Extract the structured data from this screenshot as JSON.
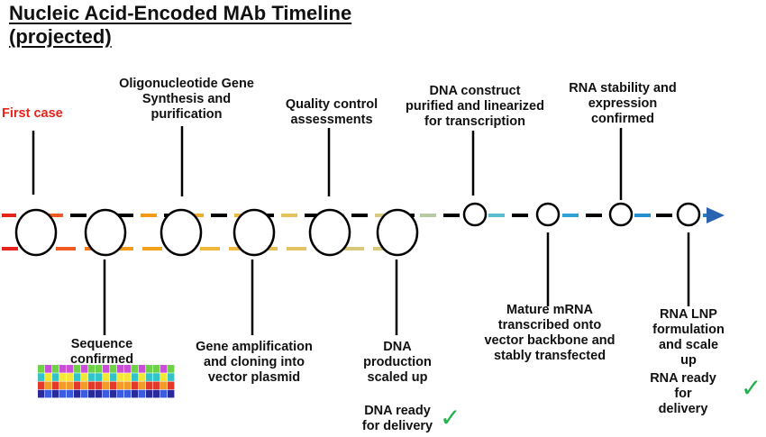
{
  "title": {
    "line1": "Nucleic Acid-Encoded MAb Timeline",
    "line2": "(projected)"
  },
  "milestones": {
    "first_case": "First case",
    "oligo_synthesis": "Oligonucleotide Gene\nSynthesis and\npurification",
    "sequence_confirmed": "Sequence\nconfirmed",
    "gene_amplification": "Gene amplification\nand cloning into\nvector plasmid",
    "quality_control": "Quality control\nassessments",
    "dna_production": "DNA\nproduction\nscaled up",
    "dna_ready": "DNA ready\nfor delivery",
    "dna_construct": "DNA construct\npurified and linearized\nfor transcription",
    "mature_mrna": "Mature mRNA\ntranscribed onto\nvector backbone and\nstably transfected",
    "rna_stability": "RNA stability and\nexpression\nconfirmed",
    "rna_lnp": "RNA LNP\nformulation\nand scale up",
    "rna_ready": "RNA ready for\ndelivery"
  },
  "check_symbol": "✓",
  "colors": {
    "first_case": "#e8231b",
    "check": "#22b24c",
    "arrow_head": "#2a63b0"
  },
  "icons": [
    "check-icon",
    "arrow-head-icon",
    "sequence-alignment-image"
  ]
}
